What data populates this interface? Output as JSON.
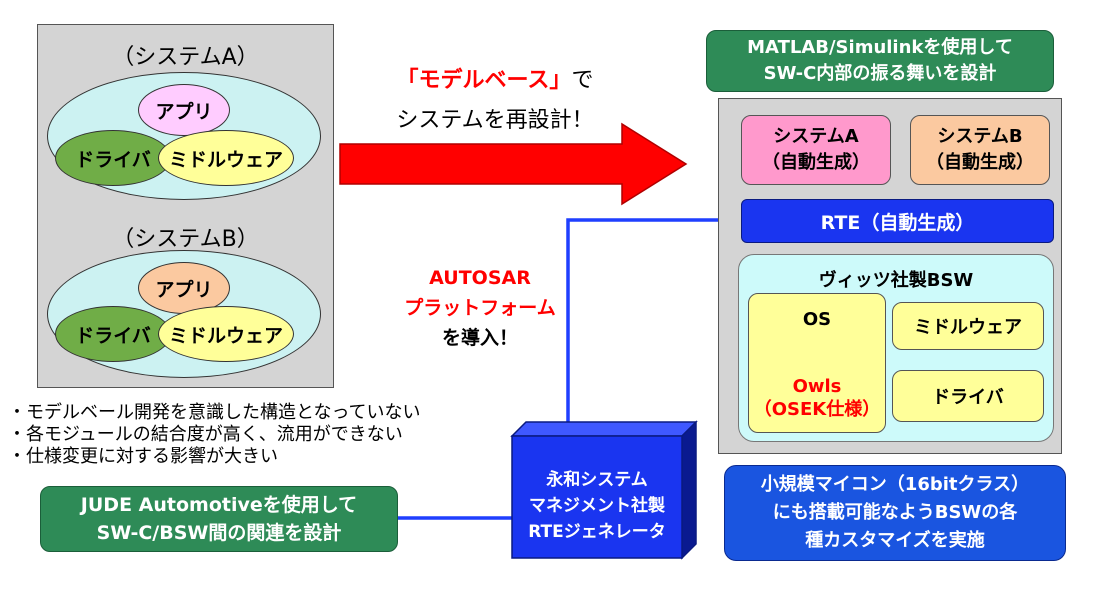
{
  "left": {
    "system_a_title": "（システムA）",
    "system_b_title": "（システムB）",
    "app_label": "アプリ",
    "driver_label": "ドライバ",
    "middleware_label": "ミドルウェア"
  },
  "arrow_text": {
    "line1_quoted": "「モデルベース」",
    "line1_suffix": "で",
    "line2": "システムを再設計！"
  },
  "autosar": {
    "line1": "AUTOSAR",
    "line2": "プラットフォーム",
    "line3": "を導入！"
  },
  "problems": [
    "・モデルベール開発を意識した構造となっていない",
    "・各モジュールの結合度が高く、流用ができない",
    "・仕様変更に対する影響が大きい"
  ],
  "callouts": {
    "matlab_line1": "MATLAB/Simulinkを使用して",
    "matlab_line2": "SW-C内部の振る舞いを設計",
    "jude_line1": "JUDE Automotiveを使用して",
    "jude_line2": "SW-C/BSW間の関連を設計",
    "micro_line1": "小規模マイコン（16bitクラス）",
    "micro_line2": "にも搭載可能なようBSWの各",
    "micro_line3": "種カスタマイズを実施"
  },
  "rte_generator": {
    "line1": "永和システム",
    "line2": "マネジメント社製",
    "line3": "RTEジェネレータ"
  },
  "right": {
    "system_a_line1": "システムA",
    "system_a_line2": "（自動生成）",
    "system_b_line1": "システムB",
    "system_b_line2": "（自動生成）",
    "rte": "RTE（自動生成）",
    "bsw_title": "ヴィッツ社製BSW",
    "os": "OS",
    "owls": "Owls",
    "osek": "（OSEK仕様）",
    "middleware": "ミドルウェア",
    "driver": "ドライバ"
  },
  "colors": {
    "arrow_red": "#ff0000",
    "accent_red": "#ff0000",
    "connector_blue": "#1f3fff",
    "rte_blue": "#1a35f0",
    "callout_green": "#2e8b57",
    "callout_blue": "#1a55e0",
    "panel_gray": "#d4d4d4",
    "system_a_pink": "#ff99cc",
    "system_b_peach": "#fbc9a0",
    "bsw_cyan": "#cdfafa",
    "box_yellow": "#ffff99",
    "ellipse_cyan": "#ccf2f2",
    "app_pink": "#ffccff",
    "app_peach": "#fbc9a0",
    "driver_green": "#70ad47"
  }
}
